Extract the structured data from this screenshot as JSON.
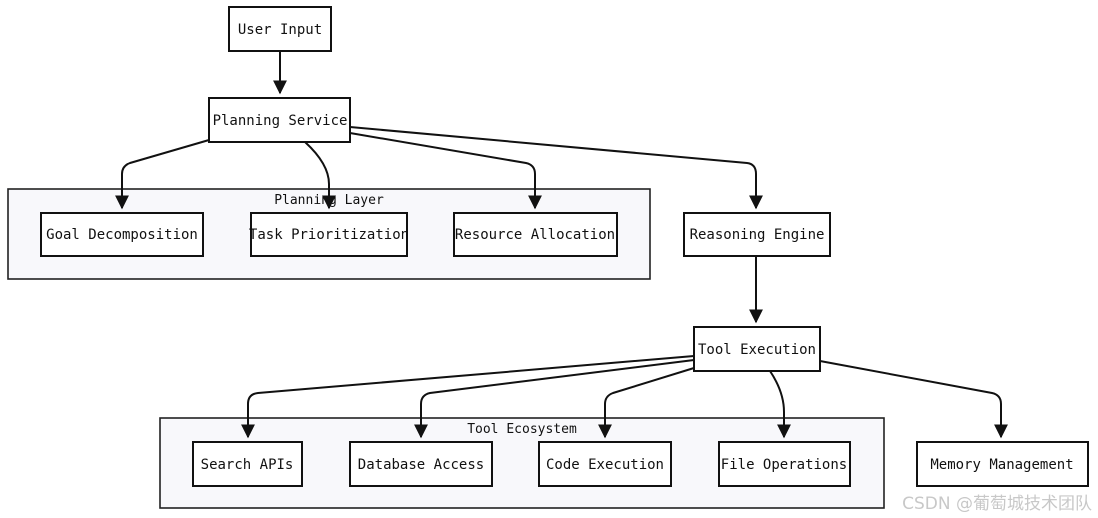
{
  "nodes": {
    "user_input": "User Input",
    "planning_service": "Planning Service",
    "goal_decomposition": "Goal Decomposition",
    "task_prioritization": "Task Prioritization",
    "resource_allocation": "Resource Allocation",
    "reasoning_engine": "Reasoning Engine",
    "tool_execution": "Tool Execution",
    "search_apis": "Search APIs",
    "database_access": "Database Access",
    "code_execution": "Code Execution",
    "file_operations": "File Operations",
    "memory_management": "Memory Management"
  },
  "groups": {
    "planning_layer": "Planning Layer",
    "tool_ecosystem": "Tool Ecosystem"
  },
  "edges": [
    [
      "user_input",
      "planning_service"
    ],
    [
      "planning_service",
      "goal_decomposition"
    ],
    [
      "planning_service",
      "task_prioritization"
    ],
    [
      "planning_service",
      "resource_allocation"
    ],
    [
      "planning_service",
      "reasoning_engine"
    ],
    [
      "reasoning_engine",
      "tool_execution"
    ],
    [
      "tool_execution",
      "search_apis"
    ],
    [
      "tool_execution",
      "database_access"
    ],
    [
      "tool_execution",
      "code_execution"
    ],
    [
      "tool_execution",
      "file_operations"
    ],
    [
      "tool_execution",
      "memory_management"
    ]
  ],
  "watermark": "CSDN @葡萄城技术团队"
}
